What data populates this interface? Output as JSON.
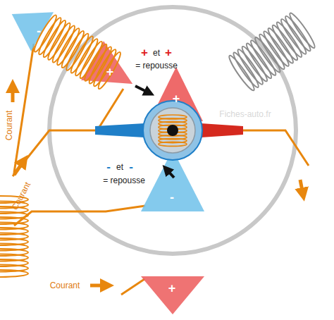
{
  "diagram": {
    "labels": [
      "-",
      "+",
      "et",
      "+",
      "= repousse",
      "+",
      "+",
      "Courant",
      "Fiches-auto.fr",
      "-",
      "et",
      "-",
      "= repousse",
      "Courant",
      "-",
      "Courant",
      "+"
    ]
  }
}
